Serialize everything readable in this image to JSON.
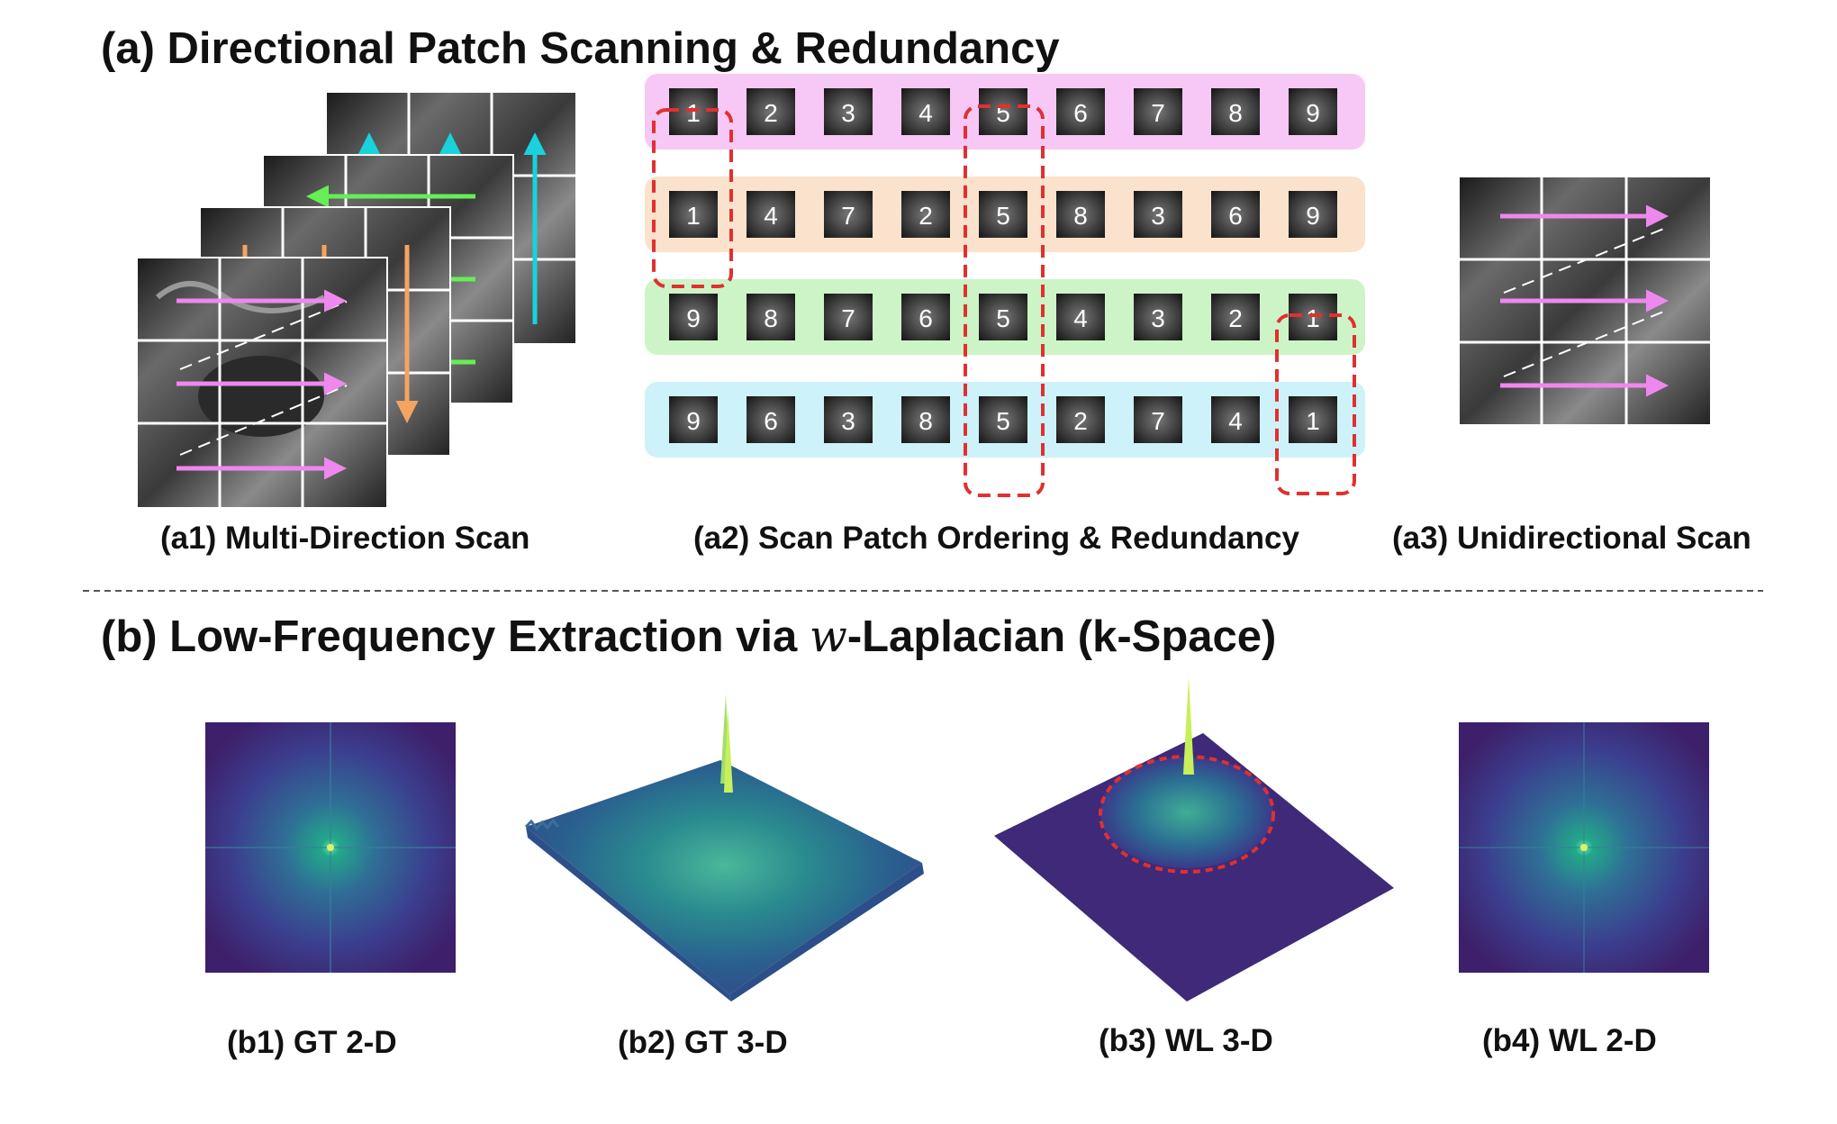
{
  "section_a": {
    "title": "(a) Directional Patch Scanning & Redundancy",
    "caption_a1": "(a1) Multi-Direction Scan",
    "caption_a2": "(a2) Scan Patch Ordering & Redundancy",
    "caption_a3": "(a3) Unidirectional Scan",
    "scan_rows": [
      {
        "name": "row-1",
        "color": "#f7c8f5",
        "patches": [
          "1",
          "2",
          "3",
          "4",
          "5",
          "6",
          "7",
          "8",
          "9"
        ]
      },
      {
        "name": "row-2",
        "color": "#fbe2cc",
        "patches": [
          "1",
          "4",
          "7",
          "2",
          "5",
          "8",
          "3",
          "6",
          "9"
        ]
      },
      {
        "name": "row-3",
        "color": "#cdf4c6",
        "patches": [
          "9",
          "8",
          "7",
          "6",
          "5",
          "4",
          "3",
          "2",
          "1"
        ]
      },
      {
        "name": "row-4",
        "color": "#cdf2f9",
        "patches": [
          "9",
          "6",
          "3",
          "8",
          "5",
          "2",
          "7",
          "4",
          "1"
        ]
      }
    ],
    "arrow_colors": {
      "pink": "#ee88ee",
      "green": "#66ee55",
      "orange": "#f4a460",
      "cyan": "#19d2dc",
      "redundancy": "#e03030"
    }
  },
  "section_b": {
    "title_prefix": "(b) Low-Frequency Extraction via ",
    "title_symbol": "w",
    "title_suffix": "-Laplacian (k-Space)",
    "caption_b1": "(b1) GT 2-D",
    "caption_b2": "(b2) GT 3-D",
    "caption_b3": "(b3) WL 3-D",
    "caption_b4": "(b4) WL 2-D"
  }
}
